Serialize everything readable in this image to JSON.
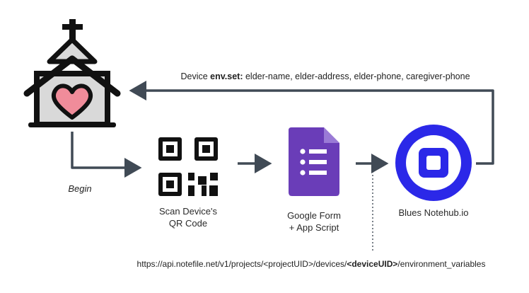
{
  "colors": {
    "arrow": "#404a55",
    "church_outline": "#111111",
    "church_fill": "#d9d9d9",
    "heart": "#f08c9a",
    "qr": "#111111",
    "form_purple": "#6a3db8",
    "form_fold": "#9a7ad6",
    "notehub_blue": "#2b28e8"
  },
  "env_set": {
    "prefix": "Device ",
    "command": "env.set:",
    "vars": " elder-name, elder-address, elder-phone, caregiver-phone"
  },
  "begin": "Begin",
  "qr_node": {
    "line1": "Scan Device's",
    "line2": "QR Code"
  },
  "form_node": {
    "line1": "Google Form",
    "line2": "+ App Script"
  },
  "notehub_node": {
    "label": "Blues Notehub.io"
  },
  "api_url": {
    "before": "https://api.notefile.net/v1/projects/<projectUID>/devices/",
    "device": "<deviceUID>",
    "after": "/environment_variables"
  },
  "icons": {
    "church": "church-heart-icon",
    "qr": "qr-code-icon",
    "form": "google-form-icon",
    "notehub": "notehub-logo-icon"
  }
}
